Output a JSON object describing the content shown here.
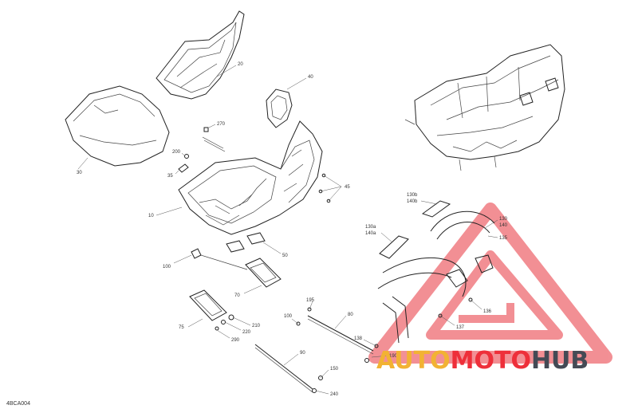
{
  "diagram": {
    "reference_code": "4BCA004",
    "callouts": [
      {
        "id": "c20",
        "text": "20"
      },
      {
        "id": "c30",
        "text": "30"
      },
      {
        "id": "c40",
        "text": "40"
      },
      {
        "id": "c270",
        "text": "270"
      },
      {
        "id": "c200",
        "text": "200"
      },
      {
        "id": "c35",
        "text": "35"
      },
      {
        "id": "c45",
        "text": "45"
      },
      {
        "id": "c10",
        "text": "10"
      },
      {
        "id": "c50",
        "text": "50"
      },
      {
        "id": "c100a",
        "text": "100"
      },
      {
        "id": "c70",
        "text": "70"
      },
      {
        "id": "c75",
        "text": "75"
      },
      {
        "id": "c210",
        "text": "210"
      },
      {
        "id": "c220",
        "text": "220"
      },
      {
        "id": "c290",
        "text": "290"
      },
      {
        "id": "c195",
        "text": "195"
      },
      {
        "id": "c80",
        "text": "80"
      },
      {
        "id": "c100b",
        "text": "100"
      },
      {
        "id": "c90",
        "text": "90"
      },
      {
        "id": "c138",
        "text": "138"
      },
      {
        "id": "c190",
        "text": "190"
      },
      {
        "id": "c150",
        "text": "150"
      },
      {
        "id": "c240",
        "text": "240"
      },
      {
        "id": "c137",
        "text": "137"
      },
      {
        "id": "c136",
        "text": "136"
      },
      {
        "id": "c130b",
        "text": "130b"
      },
      {
        "id": "c140b",
        "text": "140b"
      },
      {
        "id": "c130a",
        "text": "130a"
      },
      {
        "id": "c140a",
        "text": "140a"
      },
      {
        "id": "c130",
        "text": "130"
      },
      {
        "id": "c140",
        "text": "140"
      },
      {
        "id": "c135",
        "text": "135"
      }
    ]
  },
  "watermark": {
    "part1": "AUTO",
    "part2": "MOTO",
    "part3": "HUB",
    "color1": "#f2b233",
    "color2": "#ee2f3a",
    "color3": "#444a55"
  }
}
